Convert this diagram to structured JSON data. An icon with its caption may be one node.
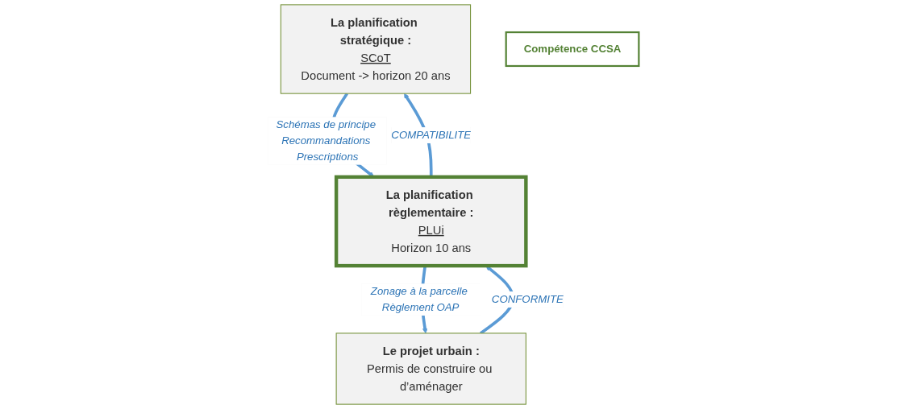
{
  "diagram": {
    "nodes": [
      {
        "text": [
          "La planification stratégique :",
          "SCoT",
          "Document -> horizon 20 ans"
        ]
      },
      {
        "text": [
          "Compétence CCSA"
        ]
      },
      {
        "text": [
          "La planification règlementaire :",
          "PLUi",
          "Horizon 10 ans"
        ]
      },
      {
        "text": [
          "Le projet urbain :",
          "Permis de construire ou d’aménager"
        ]
      }
    ],
    "edges": [
      {
        "from": 0,
        "to": 2,
        "arrow": "to",
        "label": "Schémas de principe Recommandations Prescriptions"
      },
      {
        "from": 2,
        "to": 0,
        "arrow": "to",
        "label": "COMPATIBILITE"
      },
      {
        "from": 2,
        "to": 3,
        "arrow": "to",
        "label": "Zonage à la parcelle Règlement OAP"
      },
      {
        "from": 3,
        "to": 2,
        "arrow": "to",
        "label": "CONFORMITE"
      }
    ]
  }
}
